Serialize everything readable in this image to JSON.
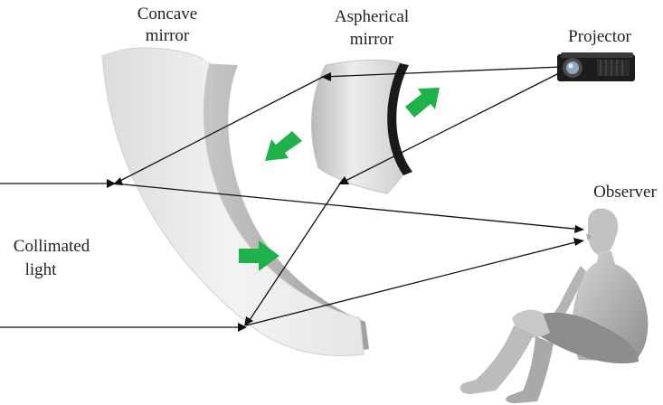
{
  "labels": {
    "concave_mirror": [
      "Concave",
      "mirror"
    ],
    "aspherical_mirror": [
      "Aspherical",
      "mirror"
    ],
    "projector": "Projector",
    "observer": "Observer",
    "collimated_light": [
      "Collimated",
      "light"
    ]
  },
  "colors": {
    "arrow_green": "#1fb24a",
    "ray": "#111111",
    "mirror_light": "#f4f4f4",
    "mirror_mid": "#cfcfcf",
    "mirror_dark": "#9a9a9a",
    "figure": "#b9b9b9"
  },
  "icons": {
    "direction_arrows": "green-arrow-icon",
    "projector": "projector-icon",
    "observer": "seated-person-icon"
  }
}
